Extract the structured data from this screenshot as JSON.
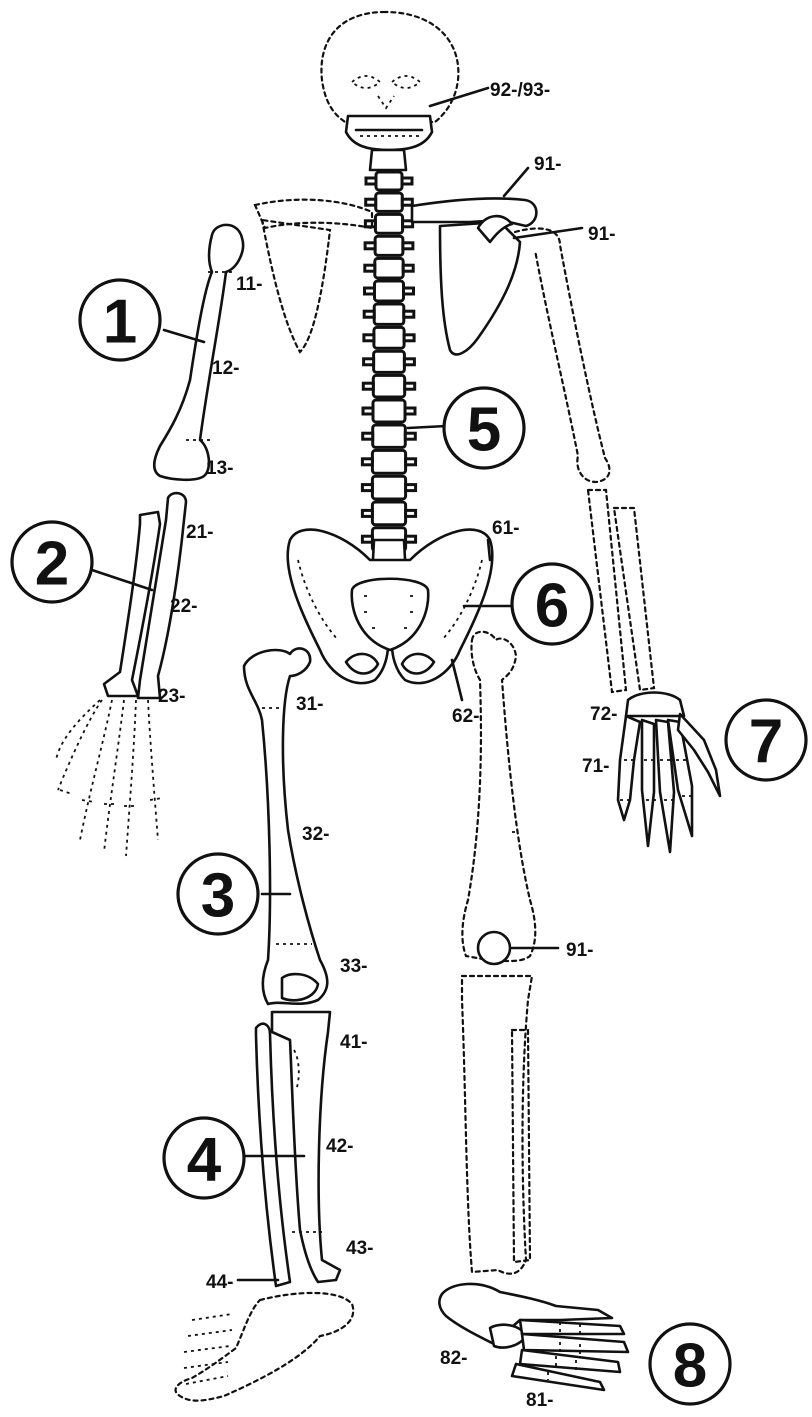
{
  "groups": [
    {
      "id": "g1",
      "label": "1"
    },
    {
      "id": "g2",
      "label": "2"
    },
    {
      "id": "g3",
      "label": "3"
    },
    {
      "id": "g4",
      "label": "4"
    },
    {
      "id": "g5",
      "label": "5"
    },
    {
      "id": "g6",
      "label": "6"
    },
    {
      "id": "g7",
      "label": "7"
    },
    {
      "id": "g8",
      "label": "8"
    }
  ],
  "codes": {
    "skull": "92-/93-",
    "clavicle": "91-",
    "scapula": "91-",
    "humerus_proximal": "11-",
    "humerus_shaft": "12-",
    "humerus_distal": "13-",
    "forearm_proximal": "21-",
    "forearm_shaft": "22-",
    "forearm_distal": "23-",
    "pelvis_ilium": "61-",
    "pelvis_acetabulum": "62-",
    "femur_proximal": "31-",
    "femur_shaft": "32-",
    "femur_distal": "33-",
    "patella": "91-",
    "tibia_proximal": "41-",
    "tibia_shaft": "42-",
    "tibia_distal": "43-",
    "malleolus": "44-",
    "hand_carpus": "72-",
    "hand_bones": "71-",
    "foot_tarsus": "82-",
    "foot_bones": "81-"
  }
}
